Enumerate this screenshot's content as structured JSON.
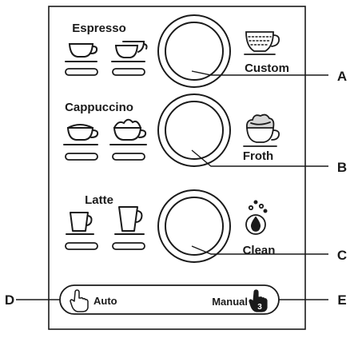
{
  "panel": {
    "rows": [
      {
        "title": "Espresso",
        "side_label": "Custom",
        "side_icon": "custom-cup-icon",
        "callout": "A"
      },
      {
        "title": "Cappuccino",
        "side_label": "Froth",
        "side_icon": "froth-cup-icon",
        "callout": "B"
      },
      {
        "title": "Latte",
        "side_label": "Clean",
        "side_icon": "clean-drop-icon",
        "callout": "C"
      }
    ],
    "mode_bar": {
      "auto_label": "Auto",
      "manual_label": "Manual",
      "manual_badge": "3",
      "left_callout": "D",
      "right_callout": "E"
    }
  },
  "colors": {
    "ink": "#1a1a1a",
    "background": "#ffffff"
  }
}
